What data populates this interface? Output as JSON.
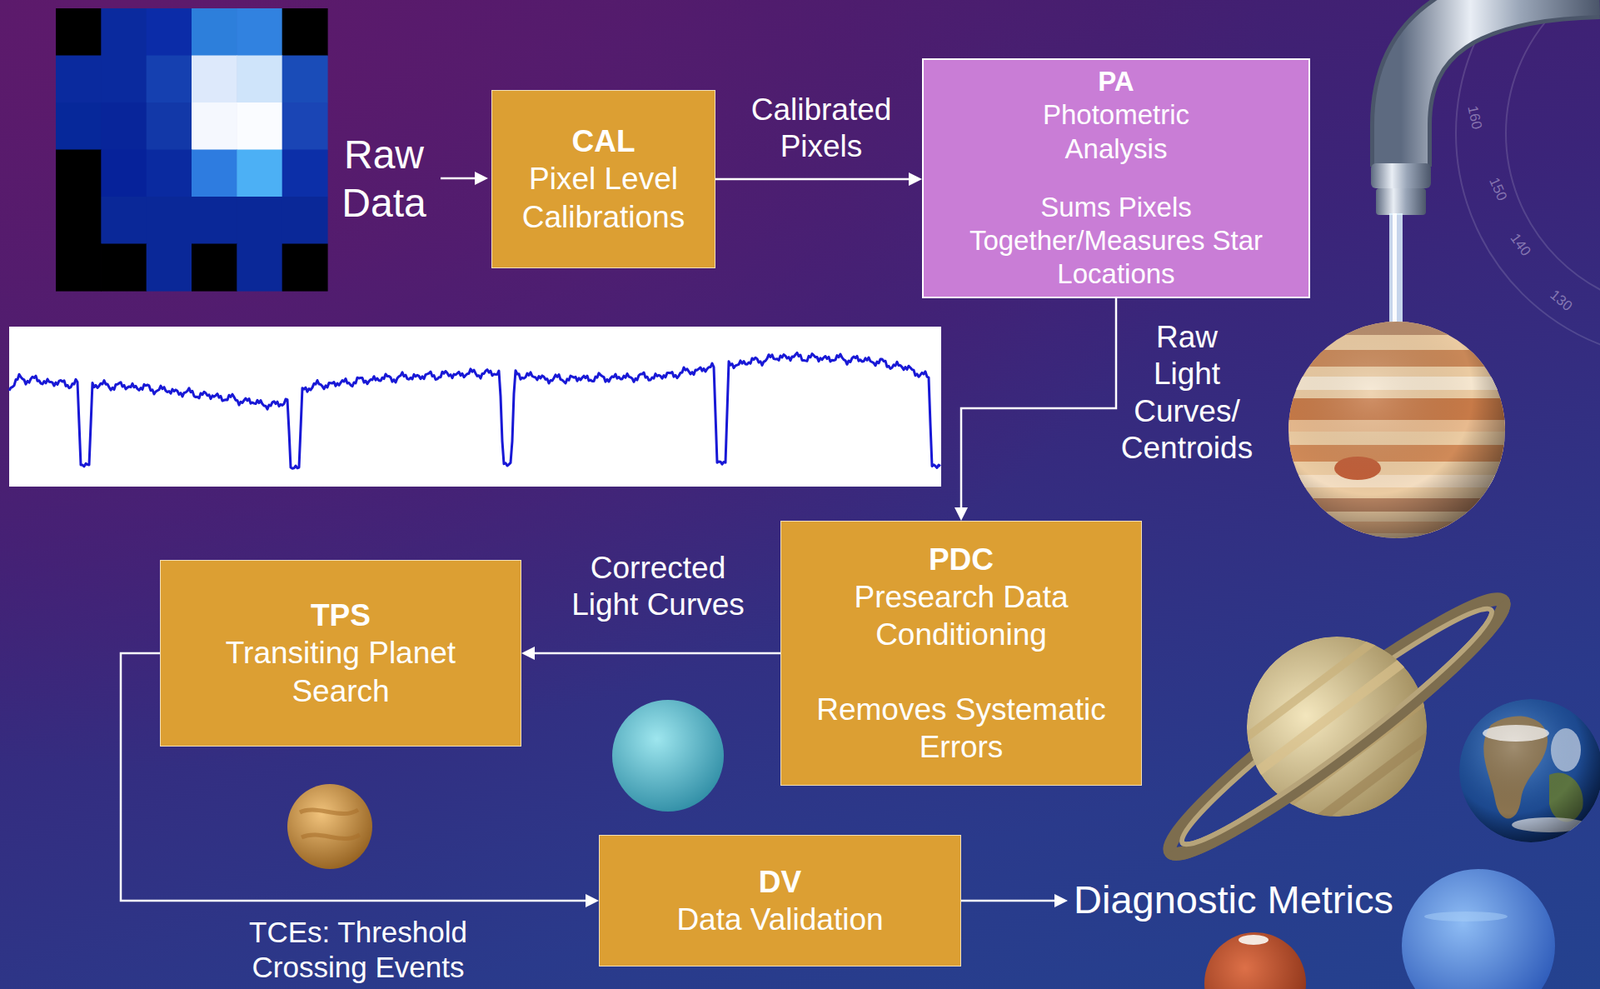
{
  "diagram": {
    "nodes": [
      {
        "text": [
          "CAL",
          "Pixel Level Calibrations"
        ]
      },
      {
        "text": [
          "PA",
          "Photometric Analysis",
          "Sums Pixels Together/Measures Star Locations"
        ]
      },
      {
        "text": [
          "PDC",
          "Presearch Data Conditioning",
          "Removes Systematic Errors"
        ]
      },
      {
        "text": [
          "TPS",
          "Transiting Planet Search"
        ]
      },
      {
        "text": [
          "DV",
          "Data Validation"
        ]
      }
    ],
    "edges": [
      {
        "from": 0,
        "to": 1,
        "arrow": "to",
        "label": "Calibrated Pixels"
      },
      {
        "from": 1,
        "to": 2,
        "arrow": "to",
        "label": "Raw Light Curves/ Centroids"
      },
      {
        "from": 2,
        "to": 3,
        "arrow": "to",
        "label": "Corrected Light Curves"
      },
      {
        "from": 3,
        "to": 4,
        "arrow": "to",
        "label": "TCEs: Threshold Crossing Events"
      }
    ],
    "labels": [
      "Raw Data",
      "Diagnostic Metrics",
      "160",
      "150",
      "140",
      "130"
    ]
  }
}
